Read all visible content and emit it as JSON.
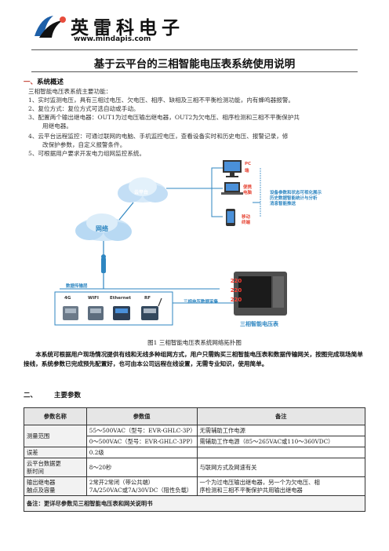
{
  "header": {
    "brand_name": "英雷科电子",
    "brand_url": "www.mindapis.com"
  },
  "title": "基于云平台的三相智能电压表系统使用说明",
  "section1": {
    "number": "一、",
    "heading": "系统概述",
    "intro": "三相智能电压表系统主要功能：",
    "items": [
      "1、实时监测电压，具有三相过电压、欠电压、相序、缺相及三相不平衡检测功能，内有蜂鸣器报警。",
      "2、复位方式：复位方式可选自动或手动。",
      "3、配置两个输出继电器：OUT1为过电压输出继电器，OUT2为欠电压、相序检测和三相不平衡保护共",
      "用继电器。",
      "4、云平台远程监控：可通过联网的电脑、手机监控电压，查看设备实时和历史电压、报警记录，修",
      "改保护参数，自定义报警条件。",
      "5、可根据用户要求开发电力组网监控系统。"
    ]
  },
  "diagram": {
    "cloud_label": "云平台",
    "network_label": "网络",
    "pc_label_1": "PC",
    "pc_label_2": "端",
    "tablet_label_1": "便携",
    "tablet_label_2": "电脑",
    "mobile_label_1": "移动",
    "mobile_label_2": "终端",
    "features": [
      "设备参数和状态可视化展示",
      "历史数据智能统计与分析",
      "消息智能推送"
    ],
    "transmit_label": "数据传输层",
    "gateways": [
      "4G",
      "WIFI",
      "Ethernet",
      "RF"
    ],
    "collect_label": "三相电压数据采集",
    "meter_label": "三相智能电压表",
    "meter_display": [
      "220",
      "220",
      "220"
    ]
  },
  "caption": "图1 三相智能电压表系统网络拓扑图",
  "intro_paragraph": "本系统可根据用户现场情况提供有线和无线多种组网方式，用户只需购买三相智能电压表和数据传输网关，按图完成现场简单接线，系统参数已完成预先配置好，也可由本公司远程在线设置，无需专业知识，使用简单。",
  "section2": {
    "number": "二、",
    "heading": "主要参数"
  },
  "table": {
    "headers": [
      "参数名称",
      "参数值",
      "备注"
    ],
    "rows": {
      "range_name": "测量范围",
      "range_v1": "55～500VAC（型号：EVR-GHLC-3P）",
      "range_r1": "无需辅助工作电源",
      "range_v2": "0～500VAC（型号：EVR-GHLC-3PP）",
      "range_r2": "需辅助工作电源（85～265VAC或110～360VDC）",
      "error_name": "误差",
      "error_val": "0.2级",
      "update_name_1": "云平台数据更",
      "update_name_2": "新时间",
      "update_val": "8～20秒",
      "update_rem": "与联网方式及网速有关",
      "relay_name_1": "输出继电器",
      "relay_name_2": "触点及容量",
      "relay_val_1": "2常开2常闭（带公共端）",
      "relay_val_2": "7A/250VAC或7A/30VDC（阻性负载）",
      "relay_rem_1": "一个为过电压输出继电器，另一个为欠电压、相",
      "relay_rem_2": "序检测和三相不平衡保护共用输出继电器"
    },
    "footer": "备注：更详尽参数见三相智能电压表和网关说明书"
  }
}
